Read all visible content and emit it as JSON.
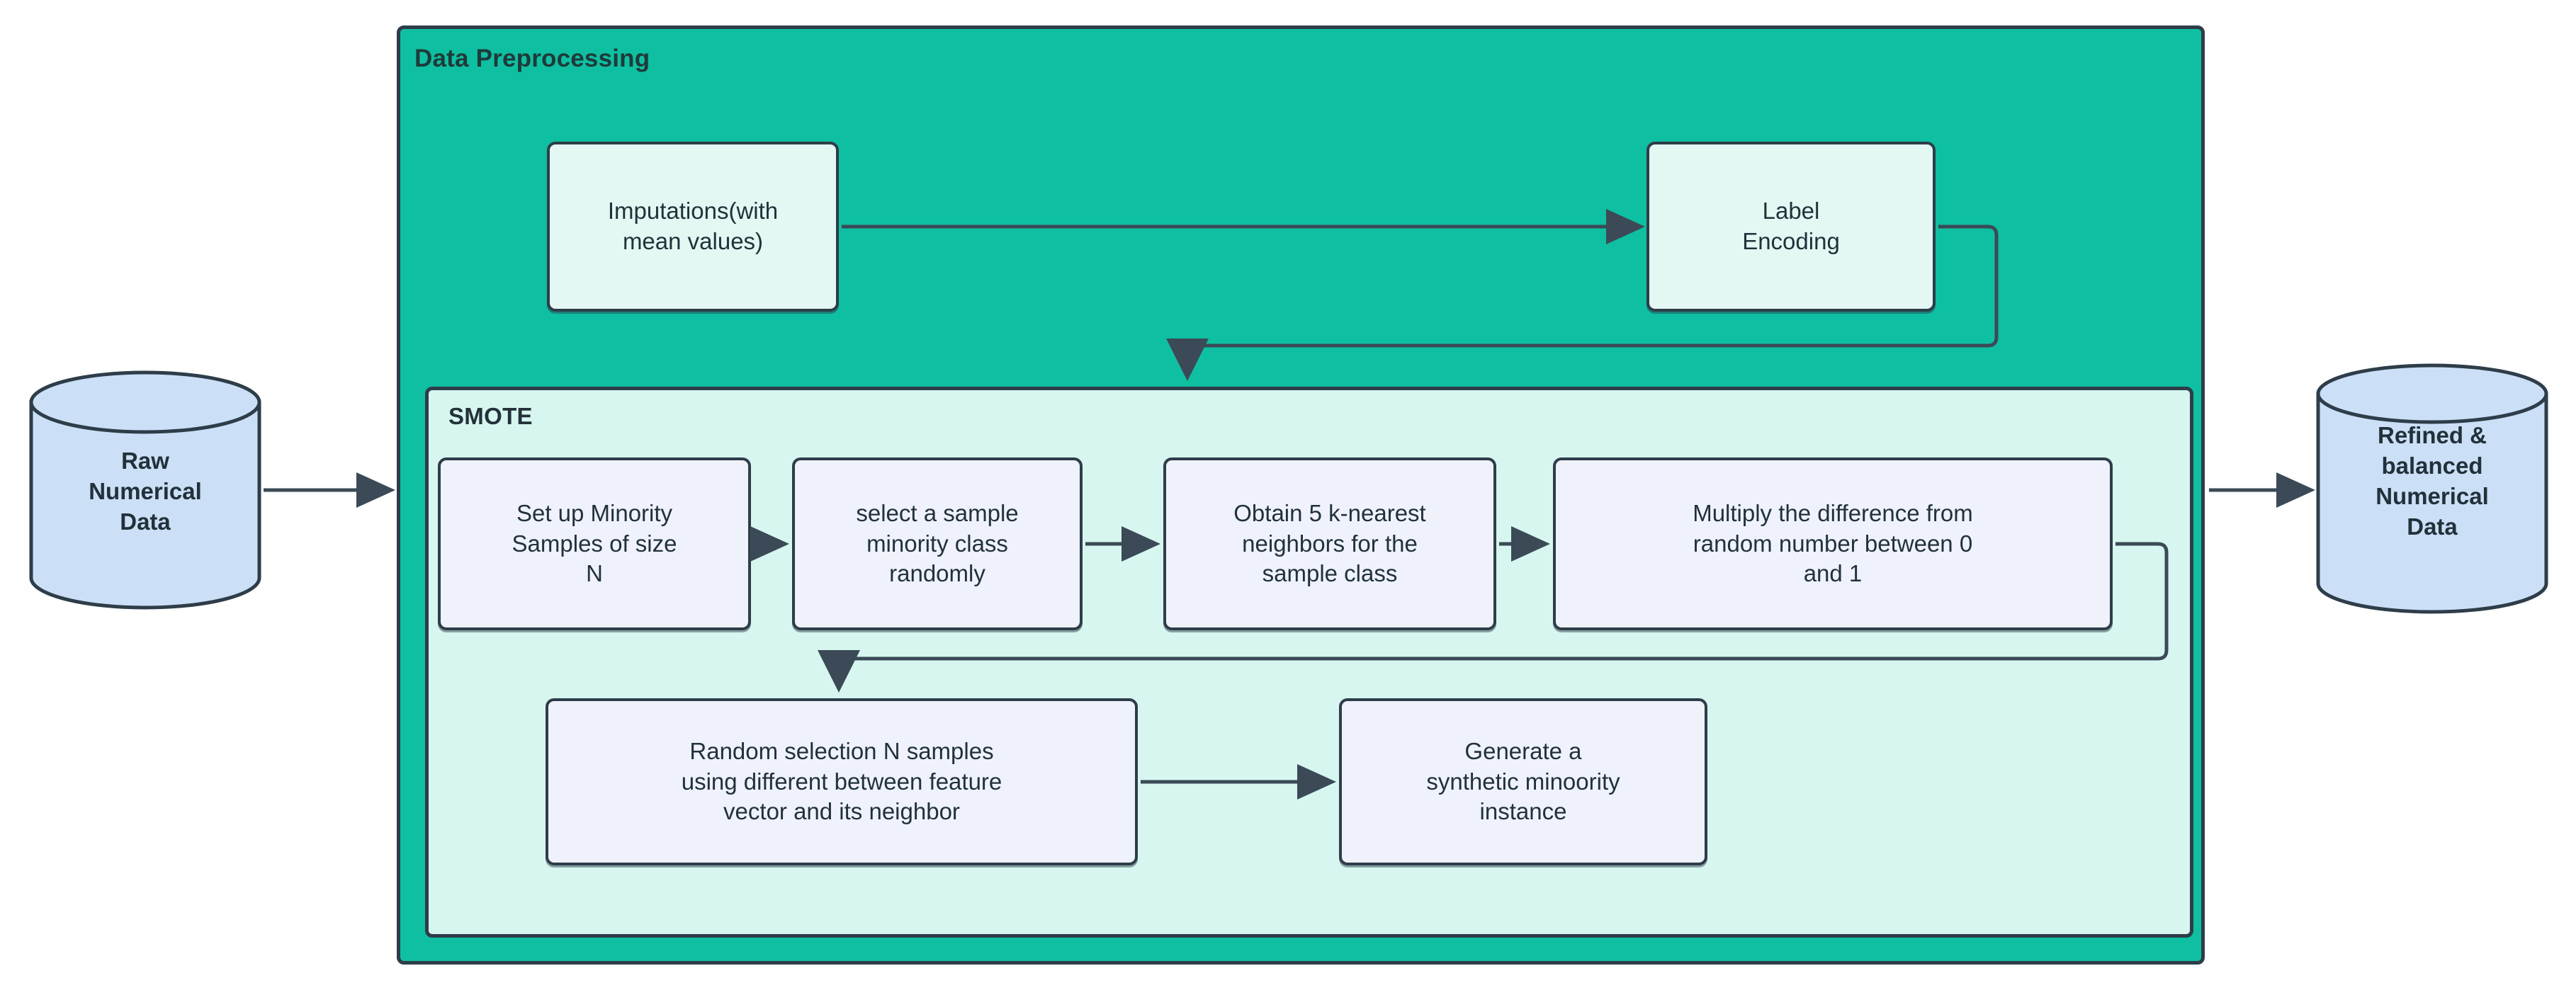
{
  "diagram": {
    "title": "SMOTE data preprocessing pipeline",
    "colors": {
      "outer_cluster_fill": "#0FBFA1",
      "inner_cluster_fill": "#D6F6EF",
      "node_fill_on_teal": "#E3F8F3",
      "node_fill_on_mint": "#EFF2FA",
      "cylinder_fill": "#CBE0F7",
      "stroke": "#2e3d49",
      "text": "#22313a",
      "canvas": "#ffffff"
    }
  },
  "input_store": {
    "name": "raw-numerical-data",
    "lines": [
      "Raw",
      "Numerical",
      "Data"
    ]
  },
  "output_store": {
    "name": "refined-balanced-numerical-data",
    "lines": [
      "Refined  &",
      "balanced",
      "Numerical",
      "Data"
    ]
  },
  "preprocessing": {
    "label": "Data Preprocessing",
    "nodes": [
      {
        "id": "imputations",
        "lines": [
          "Imputations(with",
          "mean values)"
        ]
      },
      {
        "id": "label-encoding",
        "lines": [
          "Label",
          "Encoding"
        ]
      }
    ]
  },
  "smote": {
    "label": "SMOTE",
    "nodes": [
      {
        "id": "setup-minority-samples",
        "lines": [
          "Set up Minority",
          "Samples of size",
          "N"
        ]
      },
      {
        "id": "select-sample-minority",
        "lines": [
          "select a sample",
          "minority class",
          "randomly"
        ]
      },
      {
        "id": "obtain-knn",
        "lines": [
          "Obtain 5 k-nearest",
          "neighbors for the",
          "sample class"
        ]
      },
      {
        "id": "multiply-difference",
        "lines": [
          "Multiply the difference from",
          "random number between 0",
          "and 1"
        ]
      },
      {
        "id": "random-selection",
        "lines": [
          "Random selection N samples",
          "using different between feature",
          "vector and its neighbor"
        ]
      },
      {
        "id": "generate-synthetic",
        "lines": [
          "Generate a",
          "synthetic minoority",
          "instance"
        ]
      }
    ]
  },
  "edges": [
    {
      "from": "raw-numerical-data",
      "to": "data-preprocessing-cluster"
    },
    {
      "from": "imputations",
      "to": "label-encoding"
    },
    {
      "from": "label-encoding",
      "to": "smote-cluster"
    },
    {
      "from": "setup-minority-samples",
      "to": "select-sample-minority"
    },
    {
      "from": "select-sample-minority",
      "to": "obtain-knn"
    },
    {
      "from": "obtain-knn",
      "to": "multiply-difference"
    },
    {
      "from": "multiply-difference",
      "to": "random-selection"
    },
    {
      "from": "random-selection",
      "to": "generate-synthetic"
    },
    {
      "from": "data-preprocessing-cluster",
      "to": "refined-balanced-numerical-data"
    }
  ]
}
